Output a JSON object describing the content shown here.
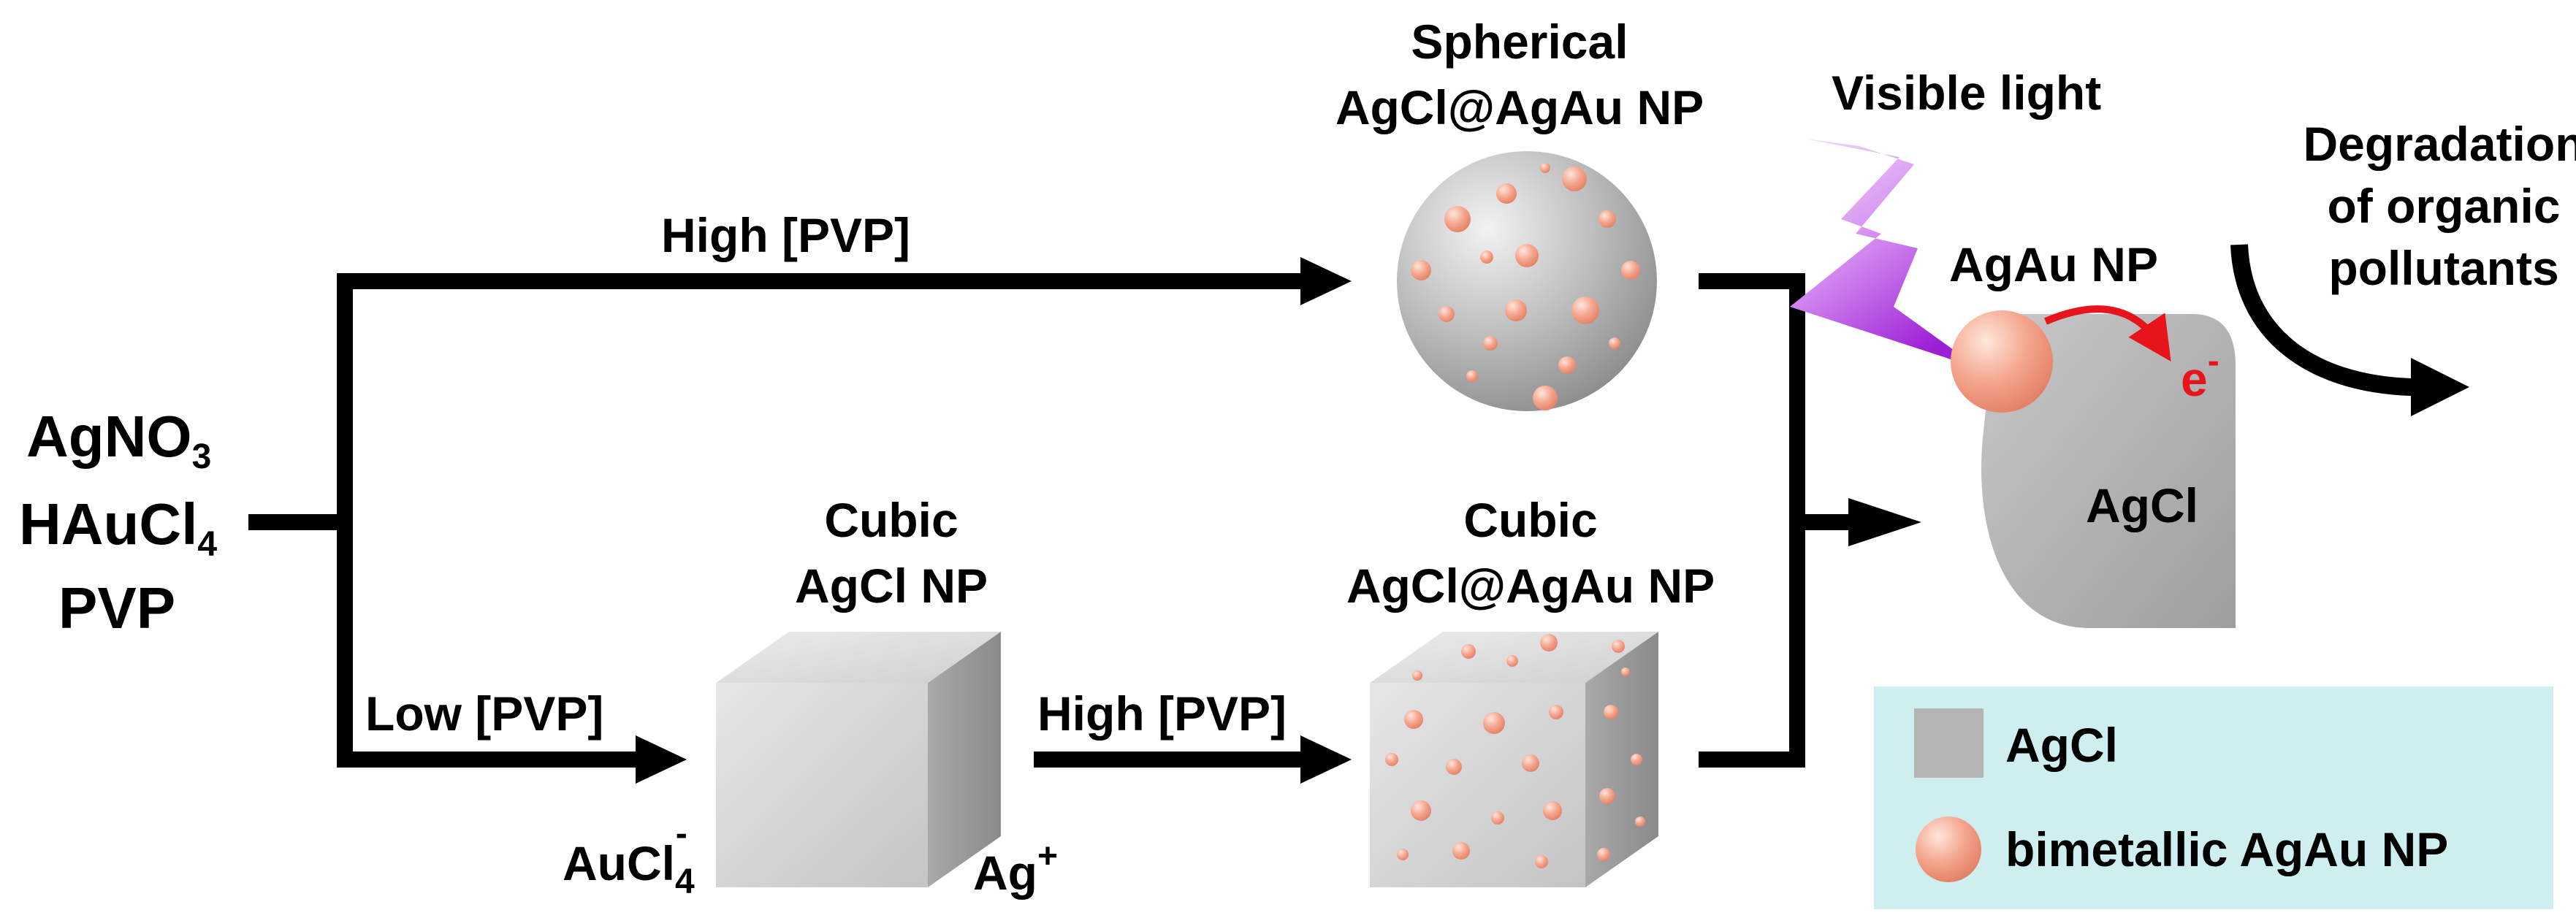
{
  "reactants": {
    "line1": "AgNO",
    "line1_sub": "3",
    "line2": "HAuCl",
    "line2_sub": "4",
    "line3": "PVP"
  },
  "labels": {
    "high_pvp_top": "High [PVP]",
    "low_pvp": "Low [PVP]",
    "high_pvp_bottom": "High [PVP]",
    "spherical_line1": "Spherical",
    "spherical_line2": "AgCl@AgAu NP",
    "cubic_agcl_line1": "Cubic",
    "cubic_agcl_line2": "AgCl NP",
    "cubic_agau_line1": "Cubic",
    "cubic_agau_line2": "AgCl@AgAu NP",
    "aucl": "AuCl",
    "aucl_sub": "4",
    "aucl_sup": "-",
    "ag": "Ag",
    "ag_sup": "+",
    "visible_light": "Visible light",
    "agau_np": "AgAu NP",
    "electron": "e",
    "electron_sup": "-",
    "agcl_body": "AgCl",
    "degradation_line1": "Degradation",
    "degradation_line2": "of organic",
    "degradation_line3": "pollutants"
  },
  "legend": {
    "item1": "AgCl",
    "item2": "bimetallic AgAu NP"
  },
  "colors": {
    "legend_bg": "#cfeef0",
    "agcl_gray": "#b5b5b5",
    "particle": "#f4a68e",
    "electron_arrow": "#e8141b",
    "light_bolt": "#c23ee6"
  }
}
